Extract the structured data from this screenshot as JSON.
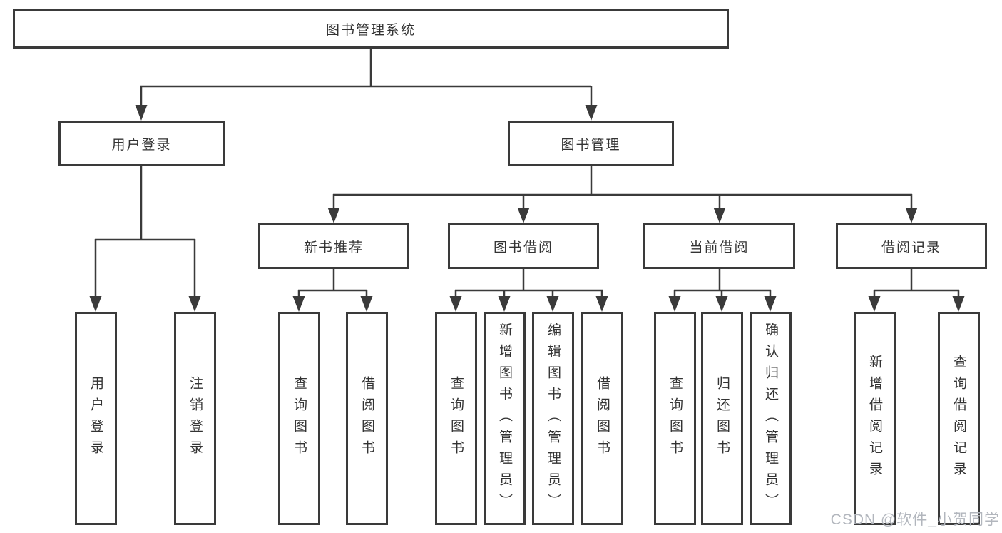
{
  "tree": {
    "root": {
      "label": "图书管理系统"
    },
    "branches": [
      {
        "label": "用户登录",
        "children": [
          {
            "label": "用户登录"
          },
          {
            "label": "注销登录"
          }
        ]
      },
      {
        "label": "图书管理",
        "children": [
          {
            "label": "新书推荐",
            "children": [
              {
                "label": "查询图书"
              },
              {
                "label": "借阅图书"
              }
            ]
          },
          {
            "label": "图书借阅",
            "children": [
              {
                "label": "查询图书"
              },
              {
                "label": "新增图书（管理员）"
              },
              {
                "label": "编辑图书（管理员）"
              },
              {
                "label": "借阅图书"
              }
            ]
          },
          {
            "label": "当前借阅",
            "children": [
              {
                "label": "查询图书"
              },
              {
                "label": "归还图书"
              },
              {
                "label": "确认归还（管理员）"
              }
            ]
          },
          {
            "label": "借阅记录",
            "children": [
              {
                "label": "新增借阅记录"
              },
              {
                "label": "查询借阅记录"
              }
            ]
          }
        ]
      }
    ]
  },
  "watermark": {
    "text": "CSDN @软件_小贺同学",
    "color": "#b2b6bd"
  },
  "colors": {
    "line": "#3a3a3a",
    "box_border": "#3a3a3a",
    "text": "#333333",
    "background": "#ffffff"
  }
}
